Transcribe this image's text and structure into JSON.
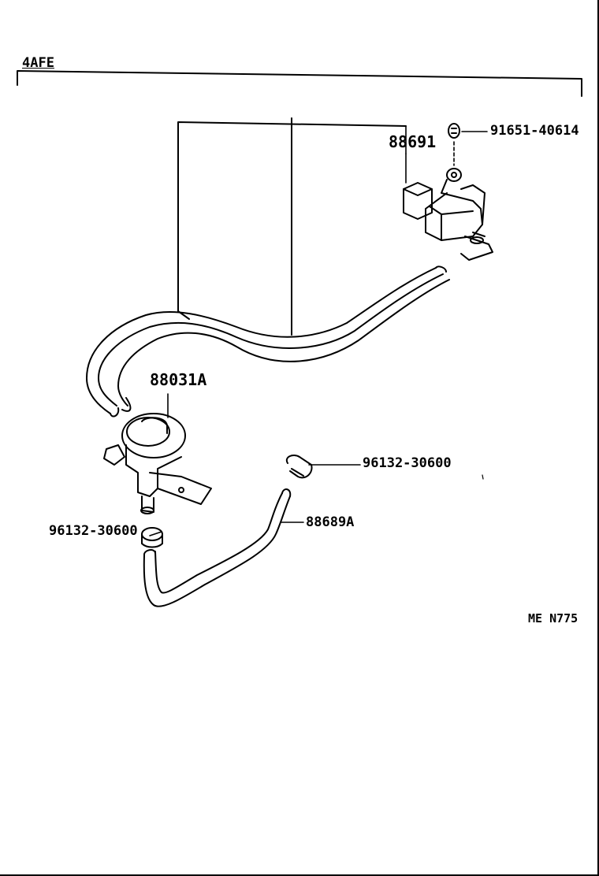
{
  "header": {
    "engine_label": "4AFE"
  },
  "parts": {
    "p1": {
      "number": "88691"
    },
    "p2": {
      "number": "91651-40614"
    },
    "p3": {
      "number": "88031A"
    },
    "p4": {
      "number": "96132-30600"
    },
    "p5": {
      "number": "88689A"
    },
    "p6": {
      "number": "96132-30600"
    }
  },
  "footer": {
    "code": "ME N775"
  }
}
